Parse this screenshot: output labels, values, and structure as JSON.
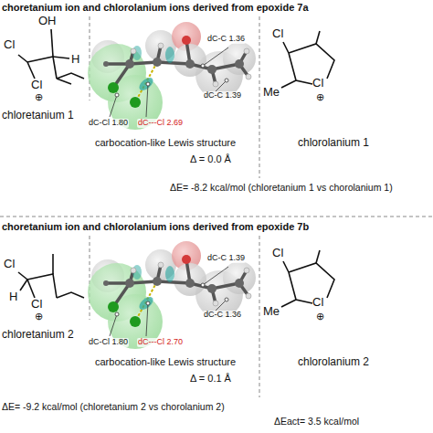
{
  "diagram": {
    "labels": [
      "choretanium ion and chlorolanium ions derived from epoxide 7a",
      "Cl",
      "OH",
      "H",
      "Cl",
      "⊕",
      "chloretanium 1",
      "dC-C 1.36",
      "dC-C 1.39",
      "dC-Cl 1.80",
      "dC---Cl 2.69",
      "carbocation-like Lewis structure",
      "Δ = 0.0 Å",
      "Cl",
      "Me",
      "Cl",
      "⊕",
      "chlorolanium 1",
      "ΔE= -8.2 kcal/mol (chloretanium 1 vs chorolanium 1)",
      "choretanium ion and chlorolanium ions derived from epoxide 7b",
      "Cl",
      "H",
      "Cl",
      "⊕",
      "chloretanium 2",
      "dC-Cl 1.80",
      "dC---Cl 2.70",
      "dC-C 1.39",
      "dC-C 1.36",
      "carbocation-like Lewis structure",
      "Δ = 0.1 Å",
      "Cl",
      "Me",
      "Cl",
      "⊕",
      "chlorolanium 2",
      "ΔE= -9.2 kcal/mol (chloretanium 2 vs chorolanium 2)",
      "ΔEact= 3.5 kcal/mol"
    ]
  }
}
